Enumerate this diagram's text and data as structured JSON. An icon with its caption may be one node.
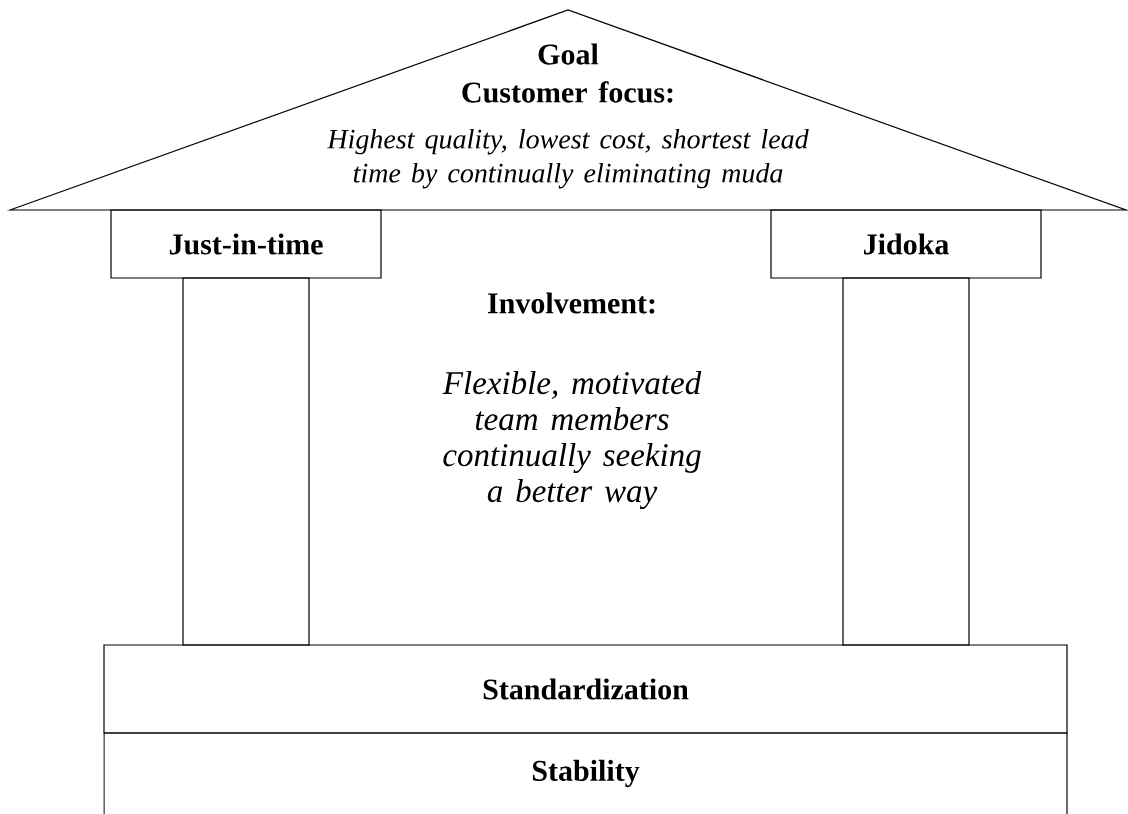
{
  "diagram": {
    "nodes": [
      {
        "text": [
          "Goal",
          "Customer focus:",
          "Highest quality, lowest cost, shortest lead time by continually eliminating muda"
        ]
      },
      {
        "text": [
          "Just-in-time"
        ]
      },
      {
        "text": [
          "Jidoka"
        ]
      },
      {
        "text": [],
        "shape": "box"
      },
      {
        "text": [],
        "shape": "box"
      },
      {
        "text": [
          "Standardization"
        ]
      },
      {
        "text": [
          "Stability"
        ]
      }
    ],
    "labels": [
      "Involvement:",
      "Flexible, motivated team members continually seeking a better way"
    ]
  }
}
